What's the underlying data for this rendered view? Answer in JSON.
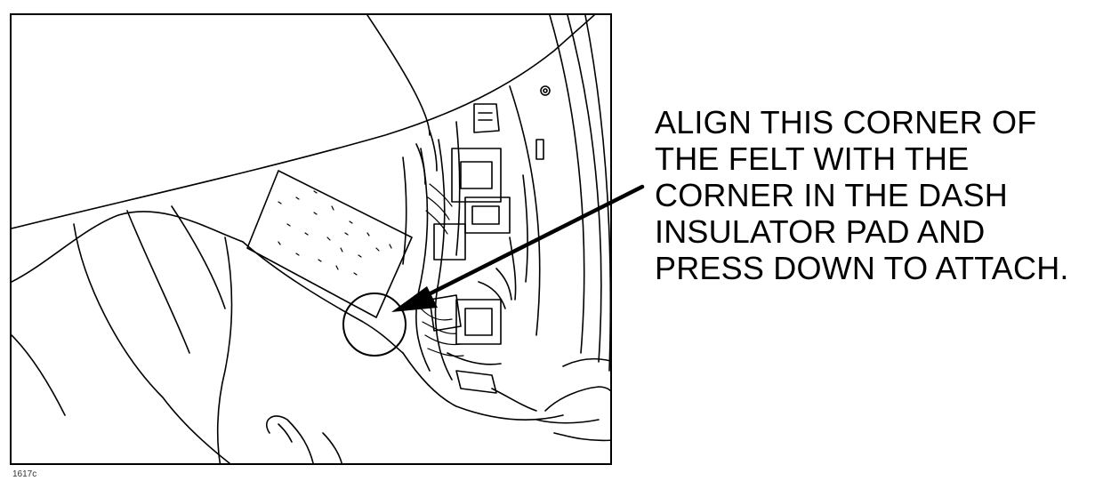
{
  "callout": {
    "lines": [
      "ALIGN THIS CORNER OF",
      "THE FELT WITH THE",
      "CORNER IN THE DASH",
      "INSULATOR PAD AND",
      "PRESS DOWN TO ATTACH."
    ]
  },
  "figure": {
    "id": "1617c"
  },
  "colors": {
    "line": "#000000",
    "background": "#ffffff"
  }
}
